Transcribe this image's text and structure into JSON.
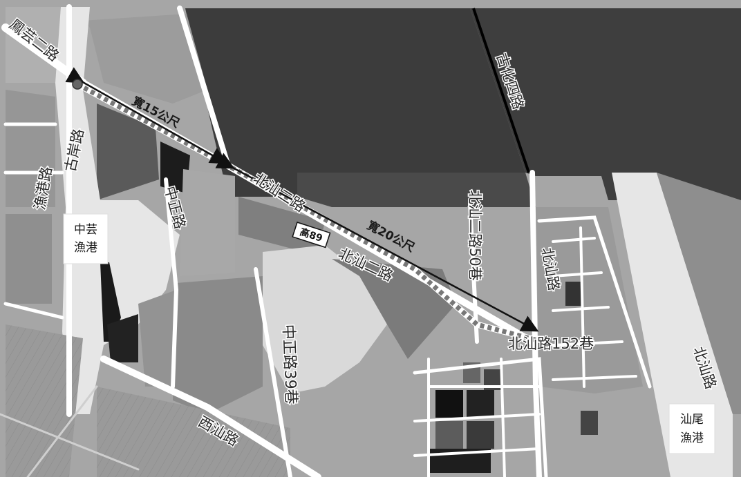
{
  "map": {
    "roads": {
      "fengyun_2nd": "鳳芸二路",
      "gu_an": "古岸路",
      "yugang": "漁港路",
      "zhongzheng": "中正路",
      "beishan": "北汕路",
      "beishan_2nd": "北汕二路",
      "gu_hua_4th": "古化四路",
      "alley_50": "北汕二路50巷",
      "alley_152": "北汕路152巷",
      "zhongzheng_alley_39": "中正路39巷",
      "xishan": "西汕路",
      "beishan_right": "北汕路"
    },
    "route": {
      "shield": "高89",
      "width_west": "寬15公尺",
      "width_east": "寬20公尺"
    },
    "harbors": {
      "zhongyun": [
        "中芸",
        "漁港"
      ],
      "shanwei": [
        "汕尾",
        "漁港"
      ]
    },
    "colors": {
      "road": "#ffffff",
      "dark_block": "#3a3a3a",
      "mid_block": "#8c8c8c",
      "light_block": "#b5b5b5",
      "route_line": "#111111"
    }
  }
}
